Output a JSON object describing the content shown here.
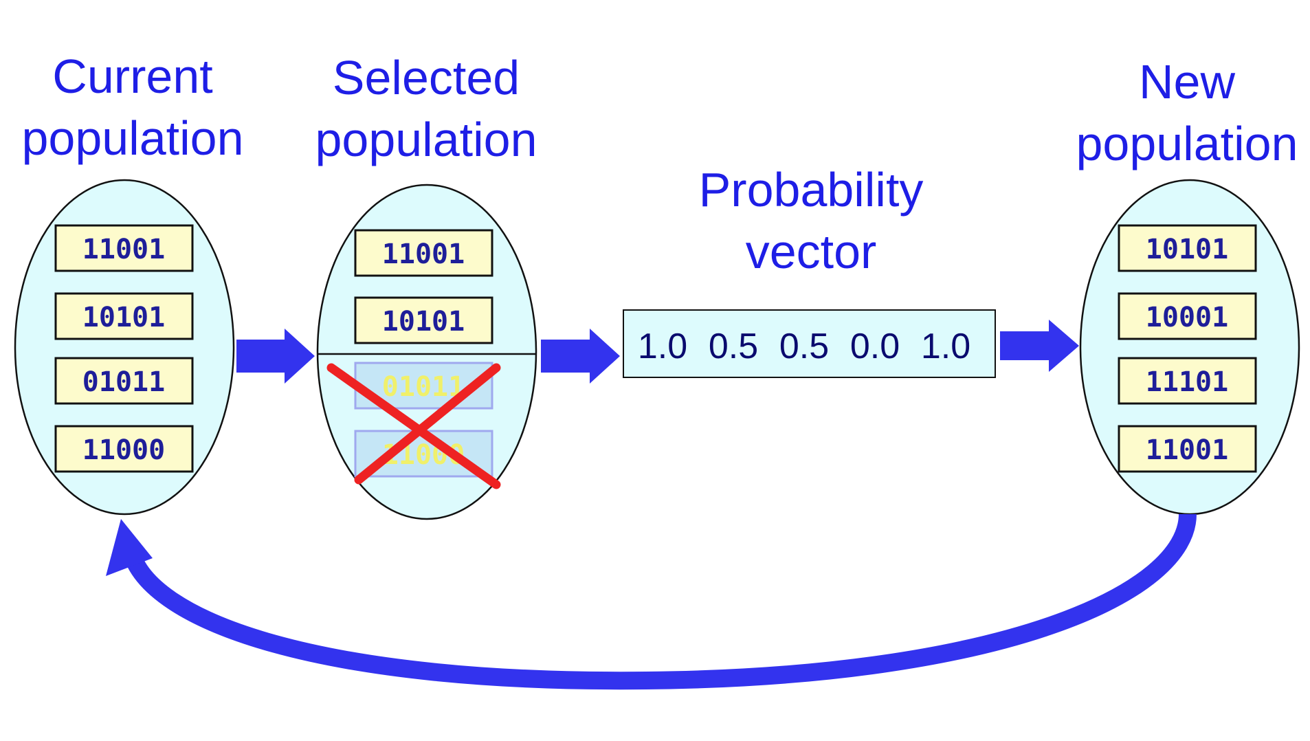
{
  "colors": {
    "heading": "#1e1ee6",
    "arrow": "#3333ee",
    "ellipse_fill": "#ddfbfd",
    "box_fill": "#fdfbcc",
    "box_text": "#1e1e99",
    "discarded_box_fill": "#c5e6f6",
    "discarded_text": "#f0f06a",
    "cross": "#ee2222"
  },
  "current": {
    "title_line1": "Current",
    "title_line2": "population",
    "items": [
      "11001",
      "10101",
      "01011",
      "11000"
    ]
  },
  "selected": {
    "title_line1": "Selected",
    "title_line2": "population",
    "kept": [
      "11001",
      "10101"
    ],
    "discarded": [
      "01011",
      "11000"
    ]
  },
  "probability": {
    "title_line1": "Probability",
    "title_line2": "vector",
    "values": [
      "1.0",
      "0.5",
      "0.5",
      "0.0",
      "1.0"
    ]
  },
  "newpop": {
    "title_line1": "New",
    "title_line2": "population",
    "items": [
      "10101",
      "10001",
      "11101",
      "11001"
    ]
  }
}
